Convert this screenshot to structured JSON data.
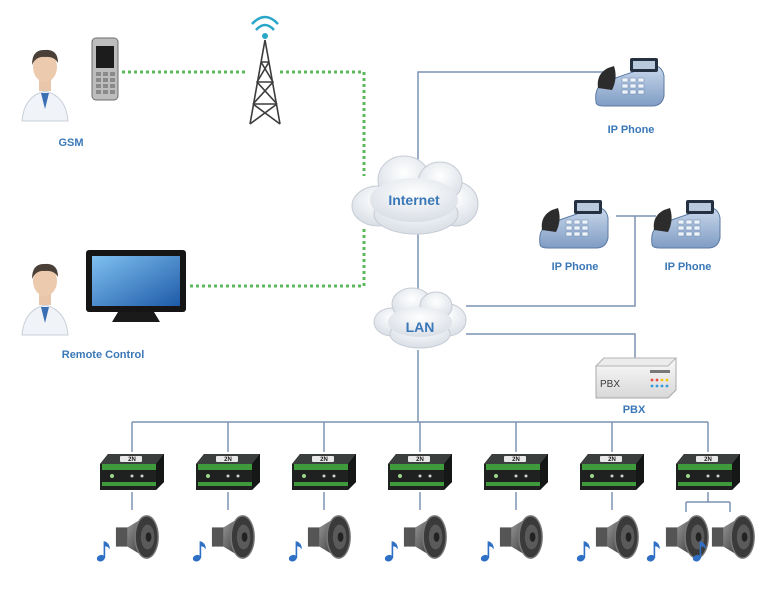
{
  "nodes": {
    "gsm_label": "GSM",
    "remote_label": "Remote Control",
    "internet_label": "Internet",
    "lan_label": "LAN",
    "ip_phone_top_label": "IP Phone",
    "ip_phone_mid_left_label": "IP Phone",
    "ip_phone_mid_right_label": "IP Phone",
    "pbx_label": "PBX",
    "pbx_device_text": "PBX"
  },
  "devices": {
    "count": 7,
    "badge_text": "2N",
    "speakers_per_device": [
      1,
      1,
      1,
      1,
      1,
      1,
      2
    ]
  },
  "colors": {
    "label": "#3a78b8",
    "wire": "#7c94b4",
    "wireless_link": "#5cb85c",
    "cloud": "#dfe4ea",
    "device_body": "#2a2d2c",
    "device_green": "#3f9a3b"
  },
  "icons": {
    "person": "person-icon",
    "mobile": "mobile-phone-icon",
    "tower": "antenna-tower-icon",
    "monitor": "monitor-icon",
    "cloud": "cloud-icon",
    "ip_phone": "ip-phone-icon",
    "pbx": "pbx-icon",
    "audio_device": "audio-device-icon",
    "speaker": "speaker-icon",
    "music_note": "music-note-icon"
  }
}
